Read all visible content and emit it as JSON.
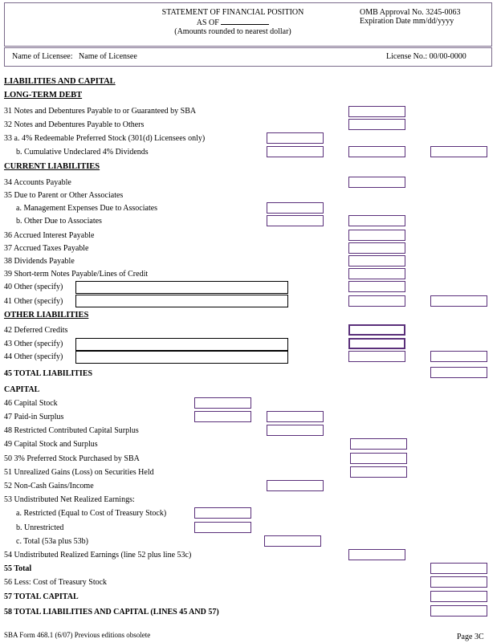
{
  "header": {
    "title": "STATEMENT OF FINANCIAL POSITION",
    "as_of": "AS OF",
    "subtitle": "(Amounts rounded to nearest dollar)",
    "omb": "OMB Approval No. 3245-0063",
    "expiration": "Expiration Date  mm/dd/yyyy"
  },
  "licensee": {
    "name_label": "Name of Licensee:",
    "name_value": "Name of Licensee",
    "license_label": "License No.:",
    "license_value": "00/00-0000"
  },
  "sections": {
    "liabilities_capital": "LIABILITIES AND CAPITAL",
    "long_term_debt": "LONG-TERM DEBT",
    "current_liabilities": "CURRENT LIABILITIES",
    "other_liabilities": "OTHER LIABILITIES",
    "capital": "CAPITAL"
  },
  "lines": {
    "l31": "31  Notes and Debentures Payable to or Guaranteed by SBA",
    "l32": "32  Notes and Debentures Payable to Others",
    "l33a": "33  a. 4% Redeemable Preferred Stock (301(d) Licensees only)",
    "l33b": "b. Cumulative Undeclared 4% Dividends",
    "l34": "34  Accounts Payable",
    "l35": "35  Due to Parent or Other Associates",
    "l35a": "a.  Management Expenses Due to Associates",
    "l35b": "b. Other Due to Associates",
    "l36": "36  Accrued Interest Payable",
    "l37": "37  Accrued Taxes Payable",
    "l38": "38  Dividends Payable",
    "l39": "39  Short-term Notes Payable/Lines of Credit",
    "l40": "40  Other (specify)",
    "l41": "41  Other (specify)",
    "l42": "42  Deferred Credits",
    "l43": "43  Other (specify)",
    "l44": "44  Other (specify)",
    "l45": "45  TOTAL LIABILITIES",
    "l46": "46  Capital Stock",
    "l47": "47  Paid-in Surplus",
    "l48": "48  Restricted Contributed Capital Surplus",
    "l49": "49  Capital Stock and Surplus",
    "l50": "50  3% Preferred Stock Purchased by SBA",
    "l51": "51 Unrealized Gains (Loss) on Securities Held",
    "l52": "52 Non-Cash Gains/Income",
    "l53": "53  Undistributed Net Realized Earnings:",
    "l53a": "a.  Restricted (Equal to Cost of Treasury Stock)",
    "l53b": "b.  Unrestricted",
    "l53c": "c.  Total (53a plus 53b)",
    "l54": "54  Undistributed Realized Earnings (line 52 plus line 53c)",
    "l55": "55 Total",
    "l56": "56 Less:  Cost of Treasury Stock",
    "l57": "57  TOTAL CAPITAL",
    "l58": "58  TOTAL LIABILITIES AND  CAPITAL (LINES 45 AND 57)"
  },
  "footer": {
    "form": "SBA Form 468.1 (6/07) Previous editions obsolete",
    "page": "Page 3C"
  }
}
